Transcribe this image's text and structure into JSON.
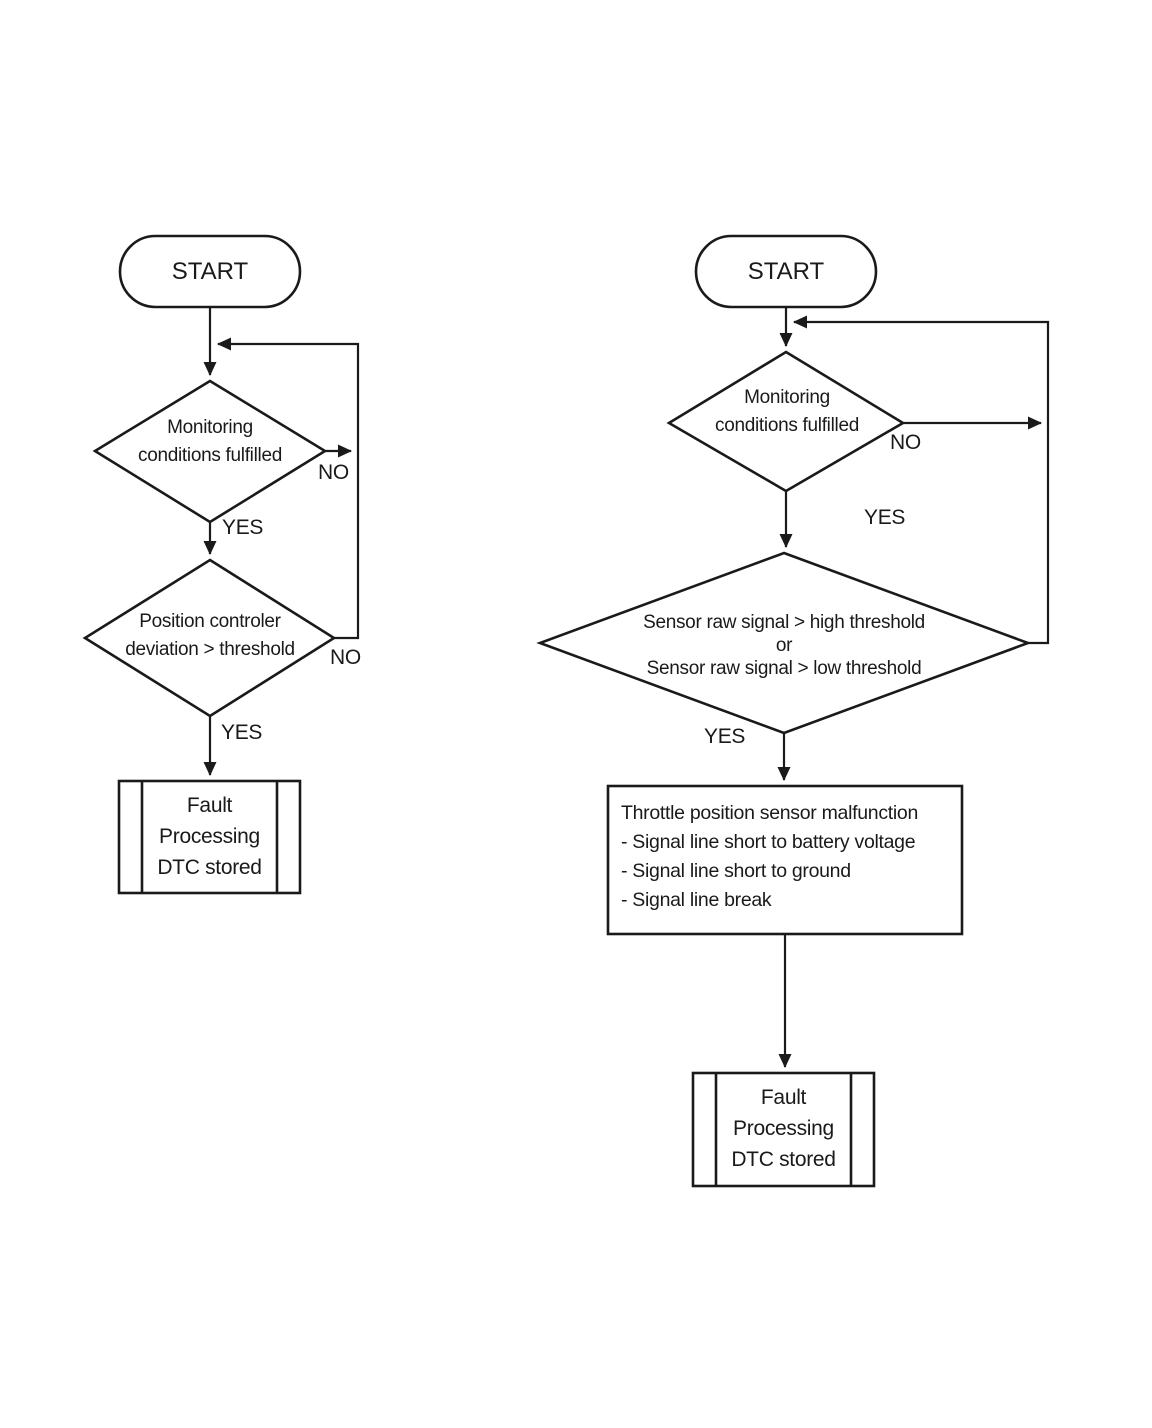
{
  "colors": {
    "background": "#ffffff",
    "ink": "#1a1a1a"
  },
  "left_chart": {
    "start": "START",
    "decision_monitoring": {
      "line1": "Monitoring",
      "line2": "conditions fulfilled",
      "no_label": "NO",
      "yes_label": "YES"
    },
    "decision_deviation": {
      "line1": "Position controler",
      "line2": "deviation > threshold",
      "no_label": "NO",
      "yes_label": "YES"
    },
    "fault_process": {
      "line1": "Fault",
      "line2": "Processing",
      "line3": "DTC stored"
    }
  },
  "right_chart": {
    "start": "START",
    "decision_monitoring": {
      "line1": "Monitoring",
      "line2": "conditions fulfilled",
      "no_label": "NO",
      "yes_label": "YES"
    },
    "decision_sensor": {
      "line1": "Sensor raw signal > high threshold",
      "line2": "or",
      "line3": "Sensor raw signal > low threshold",
      "yes_label": "YES"
    },
    "malfunction_process": {
      "line1": "Throttle position sensor malfunction",
      "line2": "- Signal line short to battery voltage",
      "line3": "- Signal line short to ground",
      "line4": "- Signal line break"
    },
    "fault_process": {
      "line1": "Fault",
      "line2": "Processing",
      "line3": "DTC stored"
    }
  }
}
